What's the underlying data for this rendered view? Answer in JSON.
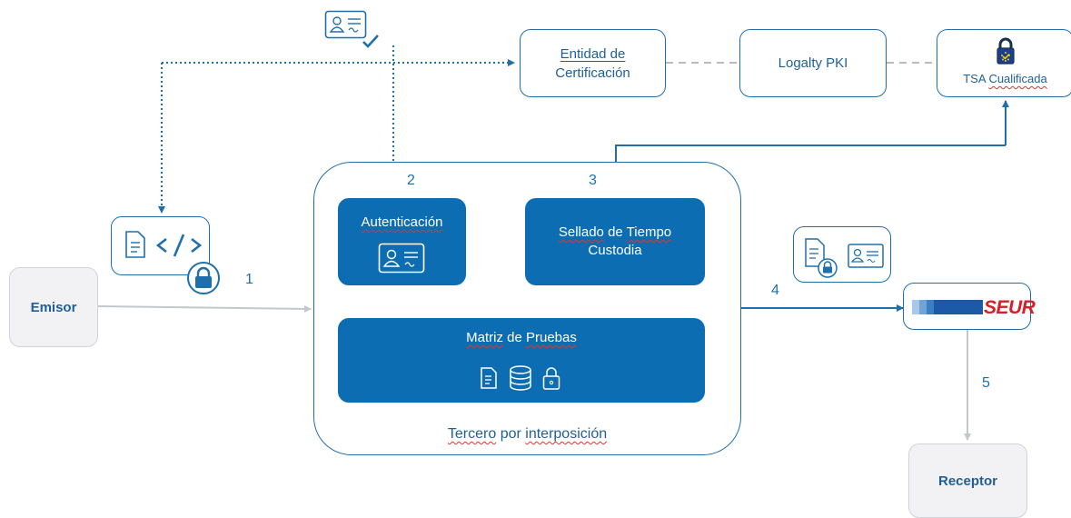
{
  "nodes": {
    "emisor": "Emisor",
    "receptor": "Receptor",
    "ec_line1": "Entidad de",
    "ec_line2": "Certificación",
    "logalty": "Logalty PKI",
    "tsa_prefix": "TSA",
    "tsa_word": "Cualificada",
    "autenticacion": "Autenticación",
    "sellado_word": "Sellado",
    "sellado_mid": "de",
    "sellado_tiempo": "Tiempo",
    "custodia": "Custodia",
    "matriz_word": "Matriz",
    "matriz_mid": "de",
    "matriz_pruebas": "Pruebas",
    "tercero_word": "Tercero",
    "tercero_mid": "por",
    "tercero_interp": "interposición",
    "seur": "SEUR"
  },
  "steps": [
    "1",
    "2",
    "3",
    "4",
    "5"
  ],
  "colors": {
    "primary": "#0d6db2",
    "line": "#1f6fad",
    "gray_line": "#c4c8cc",
    "box_gray": "#f2f2f4",
    "seur_red": "#d61f26"
  }
}
